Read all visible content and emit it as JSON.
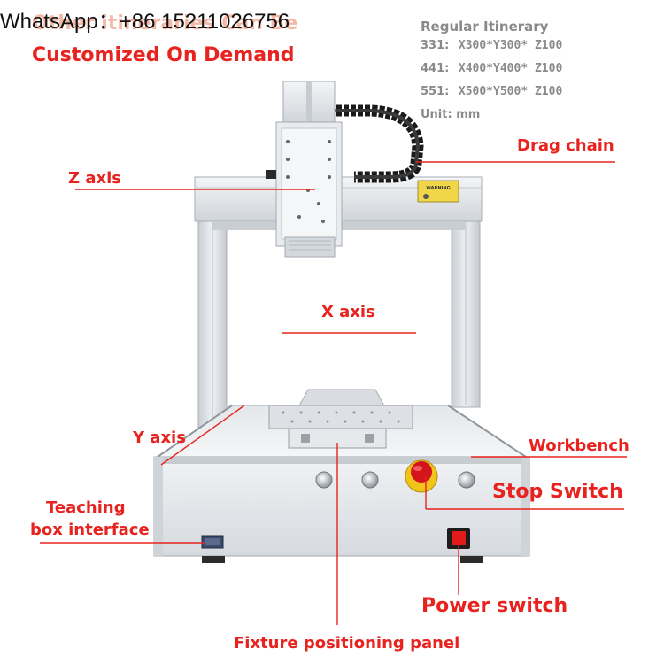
{
  "watermark": {
    "text": "WhatsApp：+86 15211026756"
  },
  "banner": {
    "line1": "Other itineraries Can Be",
    "line2": "Customized On Demand"
  },
  "spec": {
    "title": "Regular Itinerary",
    "rows": [
      {
        "model": "331:",
        "dims": "X300*Y300* Z100"
      },
      {
        "model": "441:",
        "dims": "X400*Y400* Z100"
      },
      {
        "model": "551:",
        "dims": "X500*Y500* Z100"
      }
    ],
    "unit": "Unit: mm"
  },
  "labels": {
    "drag_chain": "Drag chain",
    "z_axis": "Z axis",
    "x_axis": "X axis",
    "y_axis": "Y axis",
    "workbench": "Workbench",
    "stop_switch": "Stop Switch",
    "teaching_line1": "Teaching",
    "teaching_line2": "box interface",
    "power_switch": "Power switch",
    "fixture_panel": "Fixture positioning panel"
  },
  "warning_sticker": {
    "text": "WARNING"
  },
  "colors": {
    "label_red": "#e8231f",
    "spec_gray": "#8a8a8a",
    "machine_silver": "#dfe3e7",
    "stop_button_red": "#d4141b",
    "stop_button_yellow": "#f2c318"
  }
}
